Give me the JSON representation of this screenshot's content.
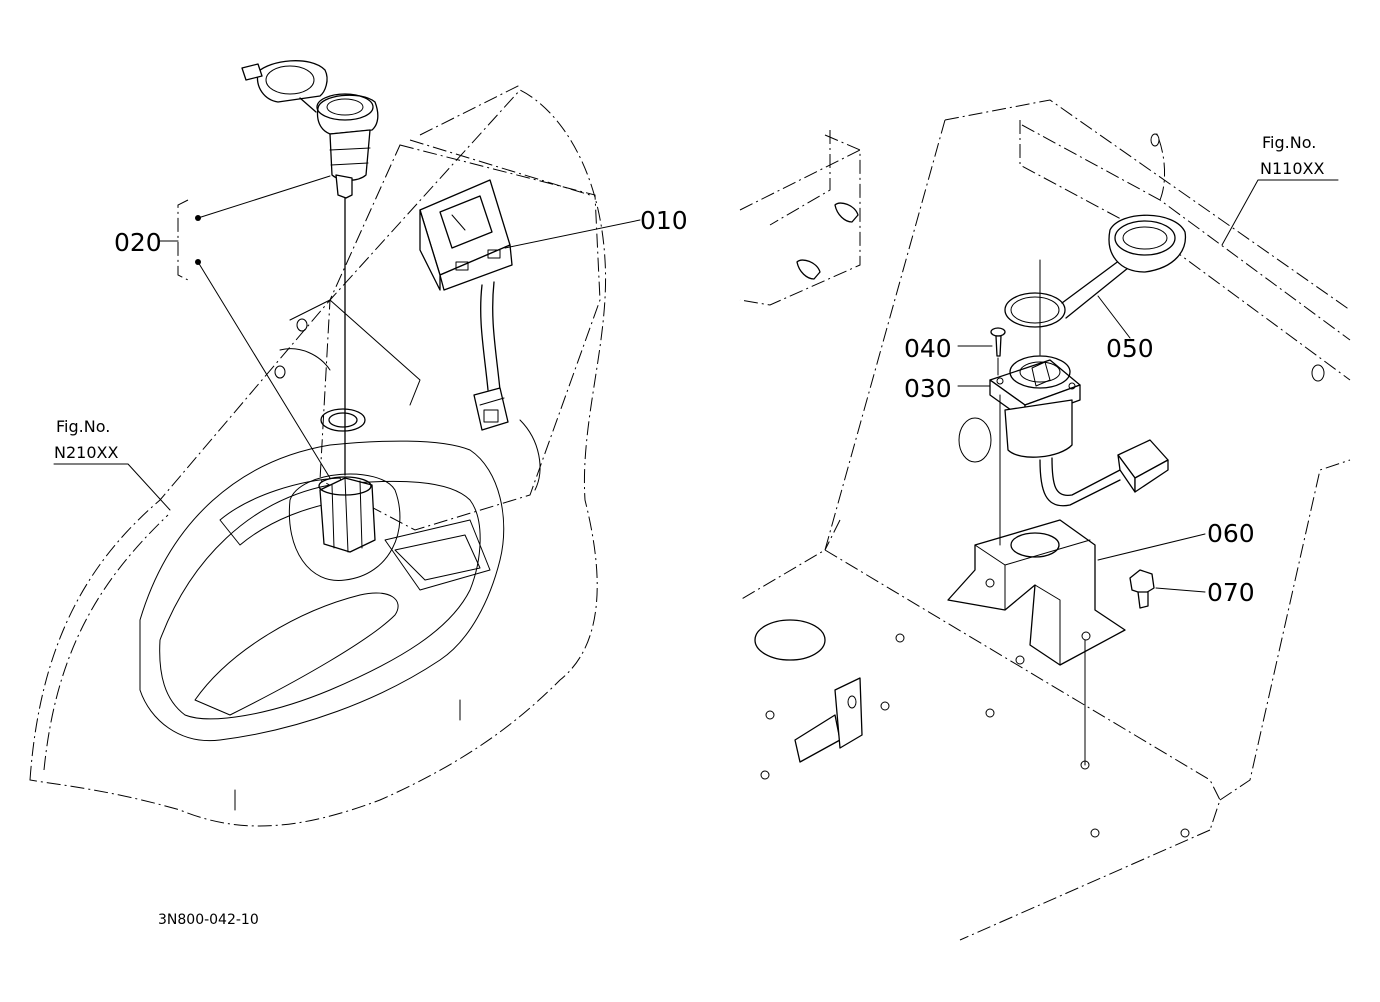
{
  "callouts": {
    "p010": "010",
    "p020": "020",
    "p030": "030",
    "p040": "040",
    "p050": "050",
    "p060": "060",
    "p070": "070"
  },
  "references": {
    "left": {
      "line1": "Fig.No.",
      "line2": "N210XX"
    },
    "right": {
      "line1": "Fig.No.",
      "line2": "N110XX"
    }
  },
  "drawing_code": "3N800-042-10"
}
